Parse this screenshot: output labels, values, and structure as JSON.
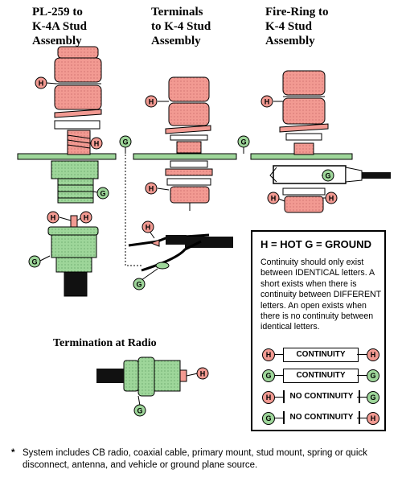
{
  "headings": {
    "col1": "PL-259 to\nK-4A Stud\nAssembly",
    "col2": "Terminals\nto K-4 Stud\nAssembly",
    "col3": "Fire-Ring to\nK-4 Stud\nAssembly"
  },
  "markers": {
    "hot": "H",
    "ground": "G"
  },
  "legend": {
    "definition": "H = HOT    G = GROUND",
    "body": "Continuity should only exist between IDENTICAL letters. A short exists when there is continuity between DIFFERENT letters. An open exists when there is no continuity between identical letters.",
    "rows": [
      {
        "left": "H",
        "label": "CONTINUITY",
        "right": "H"
      },
      {
        "left": "G",
        "label": "CONTINUITY",
        "right": "G"
      },
      {
        "left": "H",
        "label": "NO CONTINUITY",
        "right": "G"
      },
      {
        "left": "G",
        "label": "NO CONTINUITY",
        "right": "H"
      }
    ]
  },
  "termination_title": "Termination at Radio",
  "footnote": {
    "star": "*",
    "text": "System includes CB radio, coaxial cable, primary mount, stud mount, spring or quick disconnect, antenna, and vehicle or ground plane source."
  },
  "colors": {
    "hot": "#f29a92",
    "ground": "#9ed69a",
    "plate": "#9ed69a",
    "nut": "#f29a92"
  }
}
